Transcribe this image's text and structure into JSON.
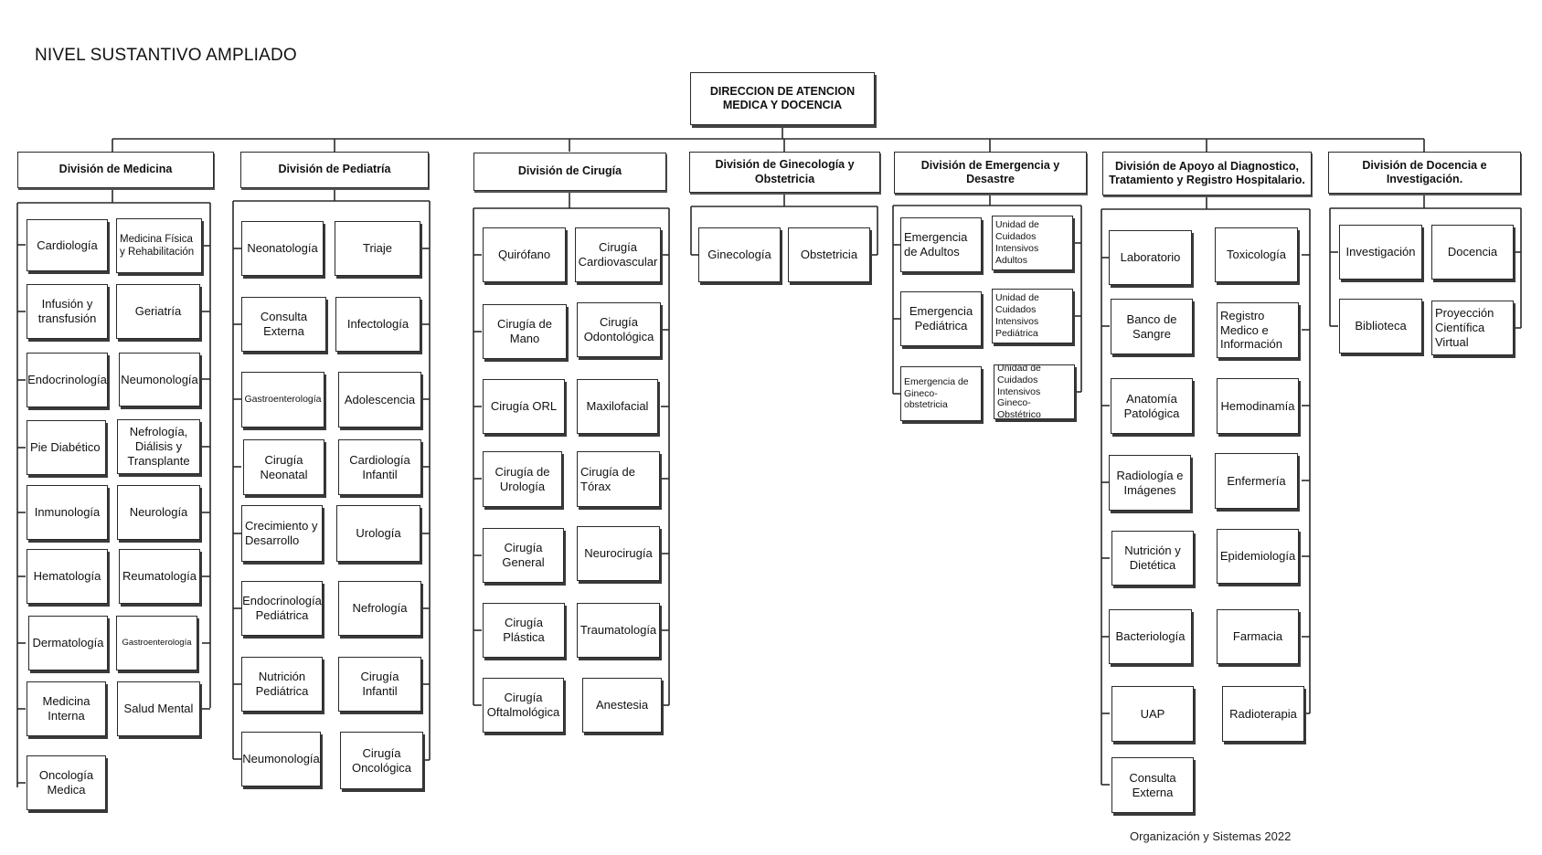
{
  "page_title": "NIVEL SUSTANTIVO AMPLIADO",
  "director": "DIRECCION DE ATENCION MEDICA Y DOCENCIA",
  "divisions": {
    "medicina": {
      "name": "División de Medicina",
      "units": [
        "Cardiología",
        "Medicina Física y Rehabilitación",
        "Infusión y transfusión",
        "Geriatría",
        "Endocrinología",
        "Neumonología",
        "Pie Diabético",
        "Nefrología, Diálisis y Transplante",
        "Inmunología",
        "Neurología",
        "Hematología",
        "Reumatología",
        "Dermatología",
        "Gastroenterología",
        "Medicina Interna",
        "Salud Mental",
        "Oncología Medica"
      ]
    },
    "pediatria": {
      "name": "División de Pediatría",
      "units": [
        "Neonatología",
        "Triaje",
        "Consulta Externa",
        "Infectología",
        "Gastroenterología",
        "Adolescencia",
        "Cirugía Neonatal",
        "Cardiología Infantil",
        "Crecimiento y Desarrollo",
        "Urología",
        "Endocrinología Pediátrica",
        "Nefrología",
        "Nutrición Pediátrica",
        "Cirugía Infantil",
        "Neumonología",
        "Cirugía Oncológica"
      ]
    },
    "cirugia": {
      "name": "División de Cirugía",
      "units": [
        "Quirófano",
        "Cirugía Cardiovascular",
        "Cirugía de Mano",
        "Cirugía Odontológica",
        "Cirugía ORL",
        "Maxilofacial",
        "Cirugía de Urología",
        "Cirugía de Tórax",
        "Cirugía General",
        "Neurocirugía",
        "Cirugía Plástica",
        "Traumatología",
        "Cirugía Oftalmológica",
        "Anestesia"
      ]
    },
    "ginecologia": {
      "name": "División de Ginecología y Obstetricia",
      "units": [
        "Ginecología",
        "Obstetricia"
      ]
    },
    "emergencia": {
      "name": "División de Emergencia y Desastre",
      "units": [
        "Emergencia de Adultos",
        "Unidad de Cuidados Intensivos Adultos",
        "Emergencia Pediátrica",
        "Unidad de Cuidados Intensivos Pediátrica",
        "Emergencia de Gineco-obstetricia",
        "Unidad de Cuidados Intensivos Gineco-Obstétrico"
      ]
    },
    "apoyo": {
      "name": "División de Apoyo al Diagnostico, Tratamiento y Registro Hospitalario.",
      "units": [
        "Laboratorio",
        "Toxicología",
        "Banco de Sangre",
        "Registro Medico e Información",
        "Anatomía Patológica",
        "Hemodinamía",
        "Radiología e Imágenes",
        "Enfermería",
        "Nutrición y Dietética",
        "Epidemiología",
        "Bacteriología",
        "Farmacia",
        "UAP",
        "Radioterapia",
        "Consulta Externa"
      ]
    },
    "docencia": {
      "name": "División de Docencia e Investigación.",
      "units": [
        "Investigación",
        "Docencia",
        "Biblioteca",
        "Proyección Científica Virtual"
      ]
    }
  },
  "footer": "Organización y Sistemas 2022"
}
